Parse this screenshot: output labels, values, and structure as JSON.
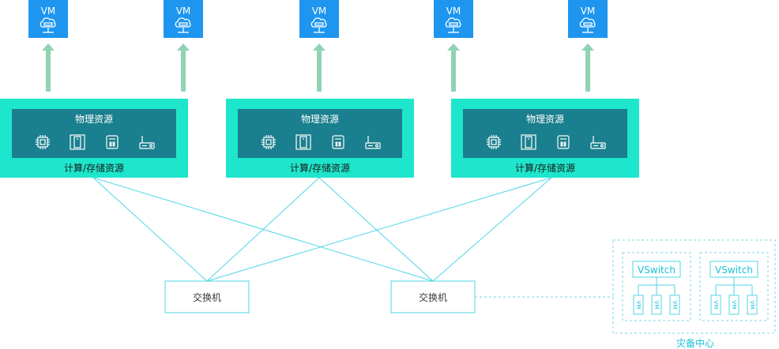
{
  "colors": {
    "vm_blue": "#1e96f0",
    "arrow_green": "#8fd3b3",
    "cluster_cyan": "#1ee6cc",
    "inner_teal": "#1a7f8e",
    "line_cyan": "#4fd6e6",
    "dr_dash": "#79d7e3"
  },
  "vms": [
    {
      "label": "VM",
      "icon": "cloud-network-icon"
    },
    {
      "label": "VM",
      "icon": "cloud-network-icon"
    },
    {
      "label": "VM",
      "icon": "cloud-network-icon"
    },
    {
      "label": "VM",
      "icon": "cloud-network-icon"
    },
    {
      "label": "VM",
      "icon": "cloud-network-icon"
    }
  ],
  "clusters": [
    {
      "title": "物理资源",
      "caption": "计算/存储资源",
      "icons": [
        "cpu-icon",
        "server-icon",
        "storage-icon",
        "router-icon"
      ]
    },
    {
      "title": "物理资源",
      "caption": "计算/存储资源",
      "icons": [
        "cpu-icon",
        "server-icon",
        "storage-icon",
        "router-icon"
      ]
    },
    {
      "title": "物理资源",
      "caption": "计算/存储资源",
      "icons": [
        "cpu-icon",
        "server-icon",
        "storage-icon",
        "router-icon"
      ]
    }
  ],
  "switches": [
    {
      "label": "交换机"
    },
    {
      "label": "交换机"
    }
  ],
  "disaster_recovery": {
    "label": "灾备中心",
    "groups": [
      {
        "vswitch": "VSwitch",
        "vms": [
          "VM",
          "VM",
          "VM"
        ]
      },
      {
        "vswitch": "VSwitch",
        "vms": [
          "VM",
          "VM",
          "VM"
        ]
      }
    ]
  }
}
